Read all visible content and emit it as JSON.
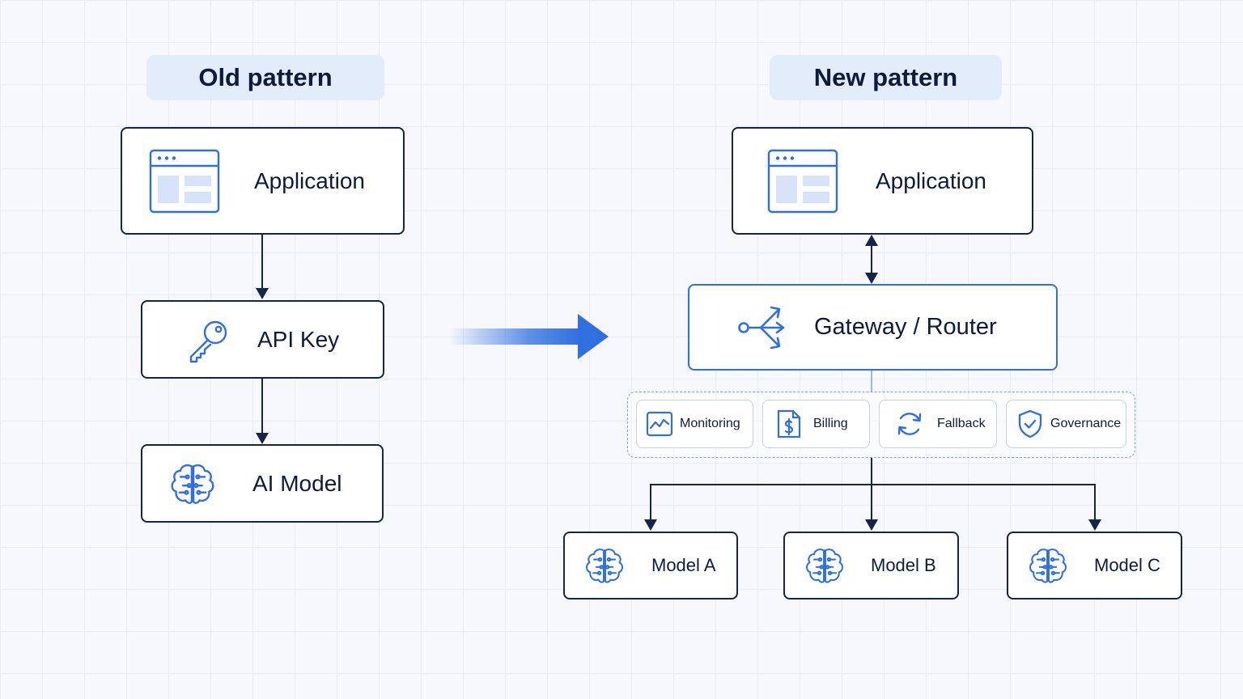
{
  "old": {
    "title": "Old pattern",
    "application": "Application",
    "api_key": "API Key",
    "ai_model": "AI Model"
  },
  "new": {
    "title": "New pattern",
    "application": "Application",
    "gateway": "Gateway / Router",
    "features": [
      {
        "label": "Monitoring",
        "icon": "monitoring-chart-icon"
      },
      {
        "label": "Billing",
        "icon": "billing-document-icon"
      },
      {
        "label": "Fallback",
        "icon": "fallback-refresh-icon"
      },
      {
        "label": "Governance",
        "icon": "governance-shield-icon"
      }
    ],
    "models": [
      {
        "label": "Model A",
        "icon": "brain-icon"
      },
      {
        "label": "Model B",
        "icon": "brain-icon"
      },
      {
        "label": "Model C",
        "icon": "brain-icon"
      }
    ]
  },
  "colors": {
    "accent": "#2f6fe0",
    "ink": "#152447",
    "pill_bg": "#e3ecfa",
    "background": "#f6f8fc"
  }
}
